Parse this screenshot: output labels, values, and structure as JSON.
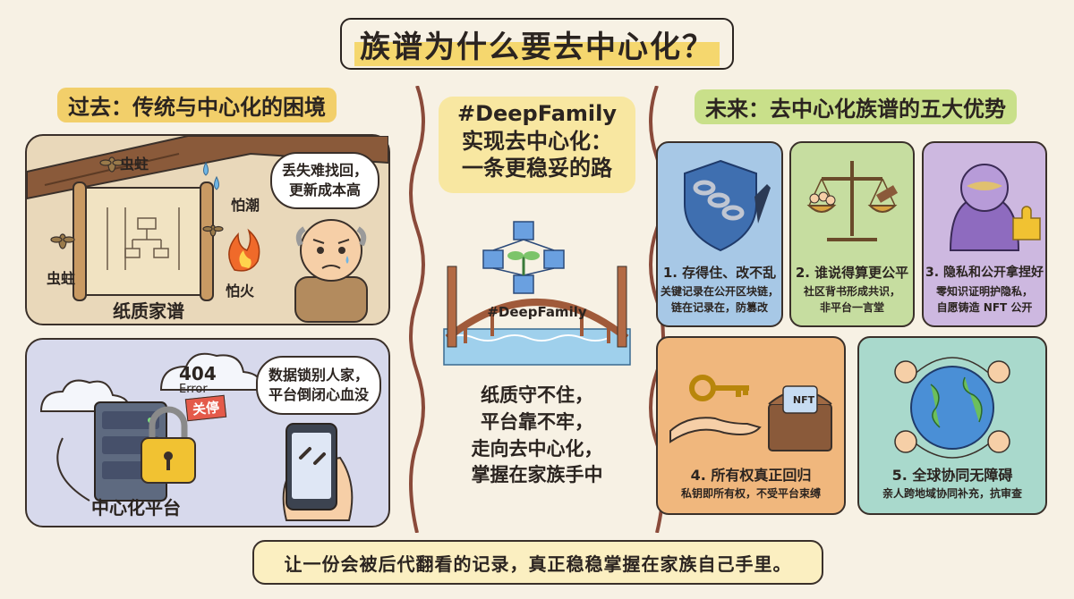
{
  "header": {
    "title": "族谱为什么要去中心化？"
  },
  "past": {
    "heading": "过去：传统与中心化的困境",
    "paper": {
      "label": "纸质家谱",
      "bug1": "虫蛀",
      "bug2": "虫蛀",
      "damp": "怕潮",
      "fire": "怕火",
      "bubble_line1": "丢失难找回，",
      "bubble_line2": "更新成本高"
    },
    "platform": {
      "label": "中心化平台",
      "error_code": "404",
      "error_text": "Error",
      "shutdown": "关停",
      "bubble_line1": "数据锁别人家，",
      "bubble_line2": "平台倒闭心血没"
    }
  },
  "center": {
    "title_line1": "#DeepFamily",
    "title_line2": "实现去中心化：",
    "title_line3": "一条更稳妥的路",
    "bridge_label": "#DeepFamily",
    "summary": [
      "纸质守不住，",
      "平台靠不牢，",
      "走向去中心化，",
      "掌握在家族手中"
    ]
  },
  "future": {
    "heading": "未来：去中心化族谱的五大优势",
    "cards": [
      {
        "title": "1. 存得住、改不乱",
        "desc1": "关键记录在公开区块链，",
        "desc2": "链在记录在，防篡改",
        "icon": "shield-chain-icon"
      },
      {
        "title": "2. 谁说得算更公平",
        "desc1": "社区背书形成共识，",
        "desc2": "非平台一言堂",
        "icon": "scales-icon"
      },
      {
        "title": "3. 隐私和公开拿捏好",
        "desc1": "零知识证明护隐私，",
        "desc2": "自愿铸造 NFT 公开",
        "icon": "masked-person-icon"
      },
      {
        "title": "4. 所有权真正回归",
        "desc1": "私钥即所有权，不受平台束缚",
        "desc2": "",
        "icon": "key-hand-icon",
        "chest_label": "NFT"
      },
      {
        "title": "5. 全球协同无障碍",
        "desc1": "亲人跨地域协同补充，抗审查",
        "desc2": "",
        "icon": "globe-icon"
      }
    ]
  },
  "footer": {
    "text": "让一份会被后代翻看的记录，真正稳稳掌握在家族自己手里。"
  },
  "colors": {
    "accent_yellow": "#f5d76e",
    "blue_card": "#a7c8e6",
    "green_card": "#c6dda0",
    "purple_card": "#cdb8e0",
    "orange_card": "#f0b77d",
    "teal_card": "#a9d9cc"
  }
}
